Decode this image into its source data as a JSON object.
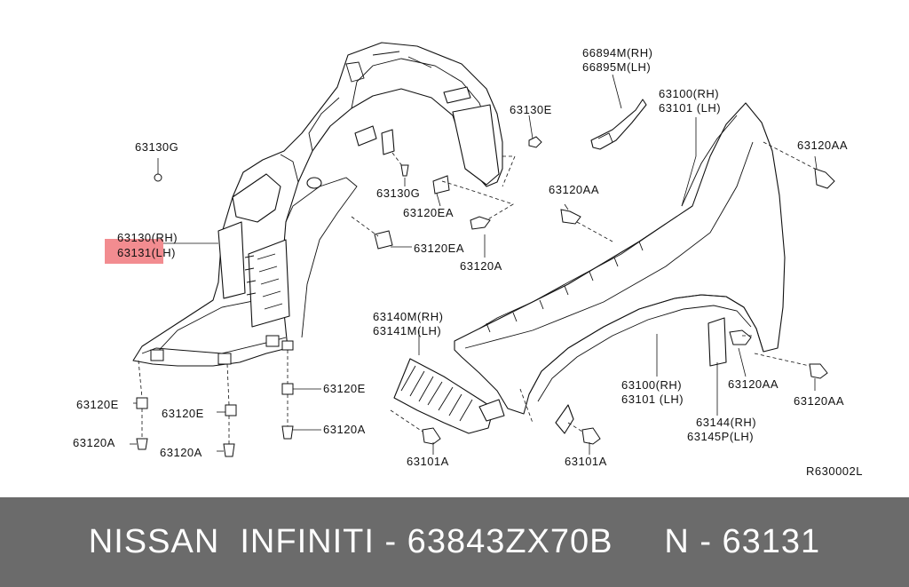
{
  "labels": {
    "p66894m": "66894M(RH)",
    "p66895m": "66895M(LH)",
    "p63100_top": "63100(RH)",
    "p63101_top": "63101 (LH)",
    "p63130e": "63130E",
    "p63130g_left": "63130G",
    "p63120aa_top": "63120AA",
    "p63120aa_mid": "63120AA",
    "p63130g_mid": "63130G",
    "p63120ea_top": "63120EA",
    "p63130": "63130(RH)",
    "p63131": "63131(LH)",
    "p63120ea_mid": "63120EA",
    "p63120a_mid": "63120A",
    "p63140m": "63140M(RH)",
    "p63141m": "63141M(LH)",
    "p63100_bot": "63100(RH)",
    "p63101_bot": "63101 (LH)",
    "p63120aa_r1": "63120AA",
    "p63120aa_r2": "63120AA",
    "p63144": "63144(RH)",
    "p63145p": "63145P(LH)",
    "p63120e_l": "63120E",
    "p63120e_m": "63120E",
    "p63120e_r": "63120E",
    "p63120a_l": "63120A",
    "p63120a_m": "63120A",
    "p63120a_r": "63120A",
    "p63101a_l": "63101A",
    "p63101a_r": "63101A",
    "ref": "R630002L"
  },
  "footer": {
    "text": "NISSAN  INFINITI - 63843ZX70B     N - 63131"
  },
  "colors": {
    "highlight": "#f0787c",
    "footer_bg": "#6b6b6b"
  }
}
